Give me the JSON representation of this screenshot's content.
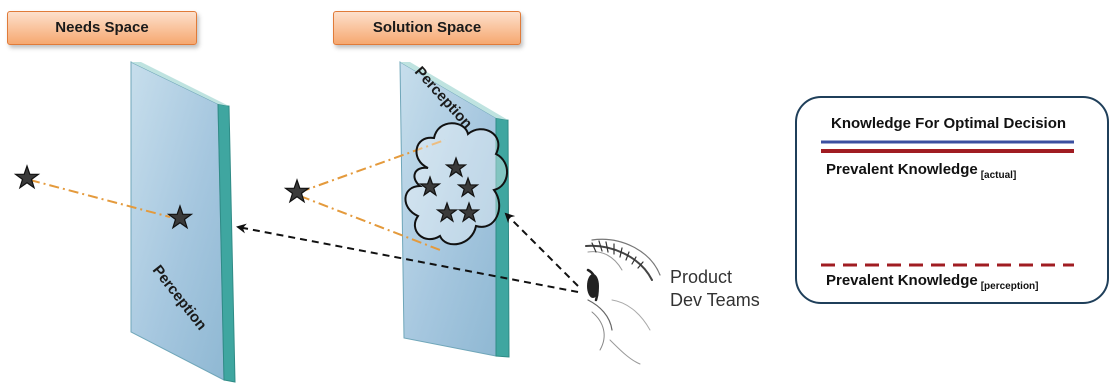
{
  "labels": {
    "needs_space": "Needs Space",
    "solution_space": "Solution Space",
    "perception_left": "Perception",
    "perception_right": "Perception",
    "product_line1": "Product",
    "product_line2": "Dev Teams"
  },
  "legend": {
    "title": "Knowledge For Optimal Decision",
    "actual_label": "Prevalent Knowledge",
    "actual_sub": "[actual]",
    "perception_label": "Prevalent Knowledge",
    "perception_sub": "[perception]"
  },
  "colors": {
    "optimal_line": "#3b4fa0",
    "prevalent_line": "#a01c22",
    "sightline": "#e49a3c",
    "label_border": "#e07b39",
    "legend_border": "#1f3f5a"
  }
}
